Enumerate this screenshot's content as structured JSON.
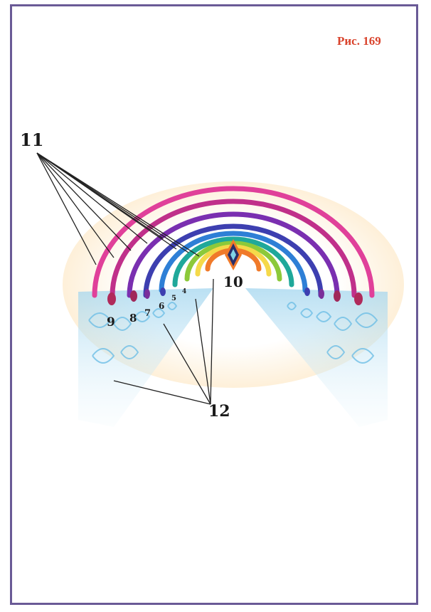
{
  "figure_label": "Рис. 169",
  "labels": {
    "l11": "11",
    "l10": "10",
    "l12": "12",
    "l9": "9",
    "l8": "8",
    "l7": "7",
    "l6": "6",
    "l5": "5",
    "l4": "4"
  },
  "colors": {
    "frame": "#6a5a96",
    "label_red": "#d9432c",
    "arcs": [
      "#f07a2a",
      "#f5d94a",
      "#8cc93a",
      "#1fa89a",
      "#2e7fd6",
      "#3d3fb0",
      "#7a2fb0",
      "#c0308a",
      "#e0409a"
    ],
    "fields": "#bfe4f5"
  }
}
